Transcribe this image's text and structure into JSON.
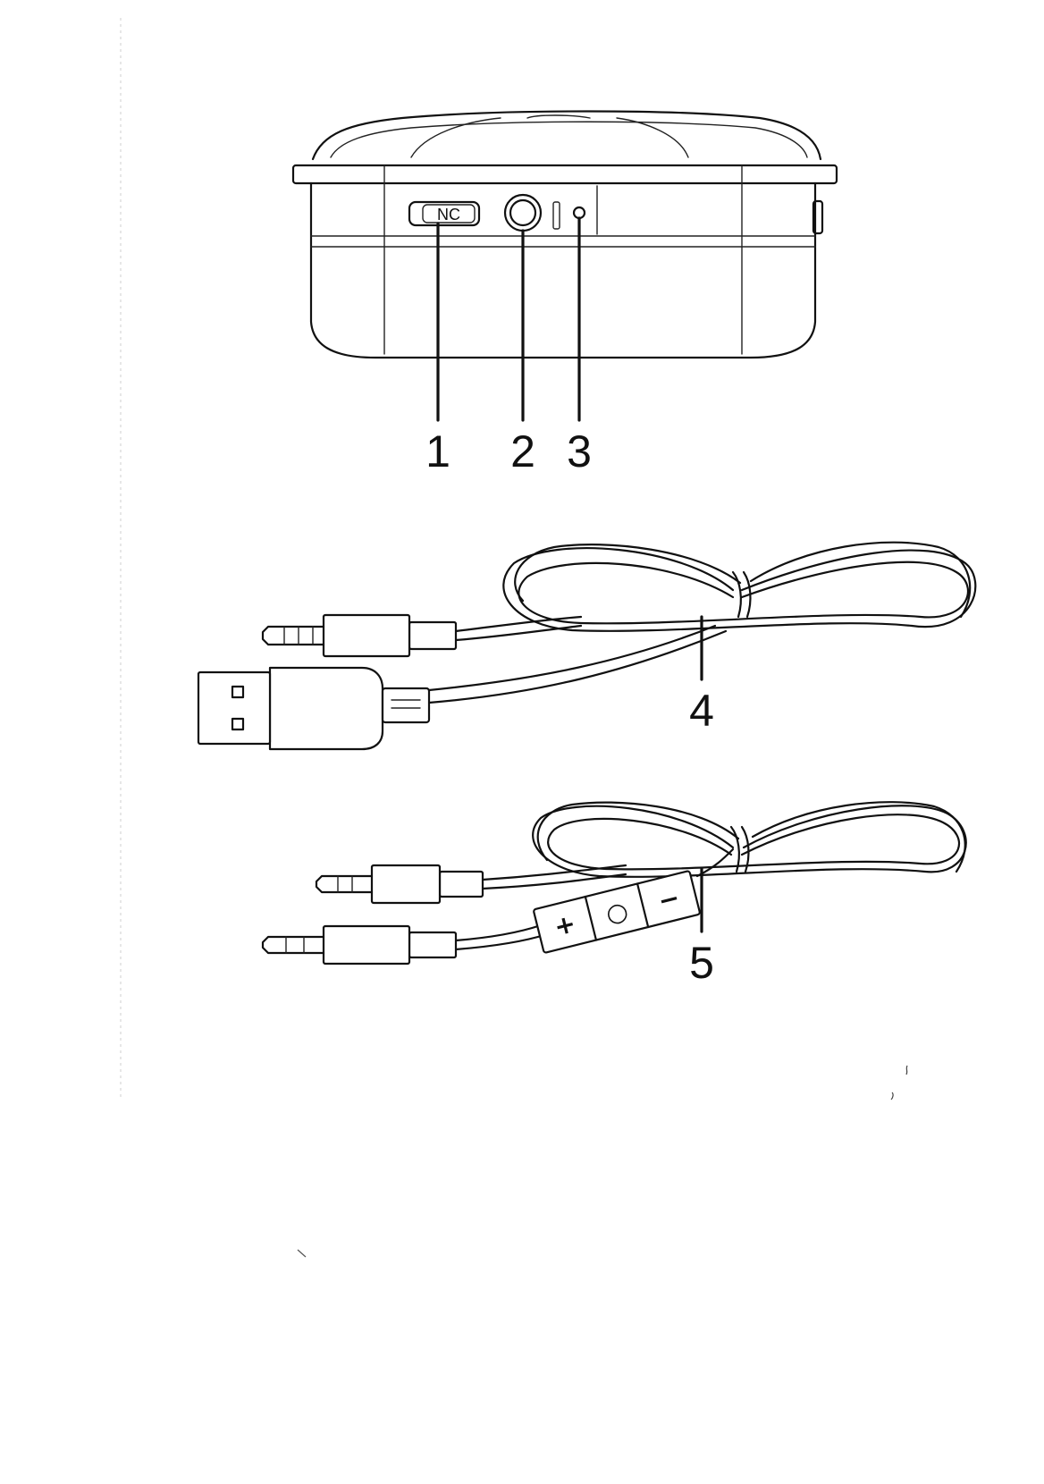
{
  "figure": {
    "device_labels": {
      "switch_text": "NC"
    },
    "callouts": [
      {
        "id": "1",
        "label": "1"
      },
      {
        "id": "2",
        "label": "2"
      },
      {
        "id": "3",
        "label": "3"
      },
      {
        "id": "4",
        "label": "4"
      },
      {
        "id": "5",
        "label": "5"
      }
    ],
    "remote_buttons": {
      "plus": "+",
      "middle": "○",
      "minus": "−"
    }
  }
}
